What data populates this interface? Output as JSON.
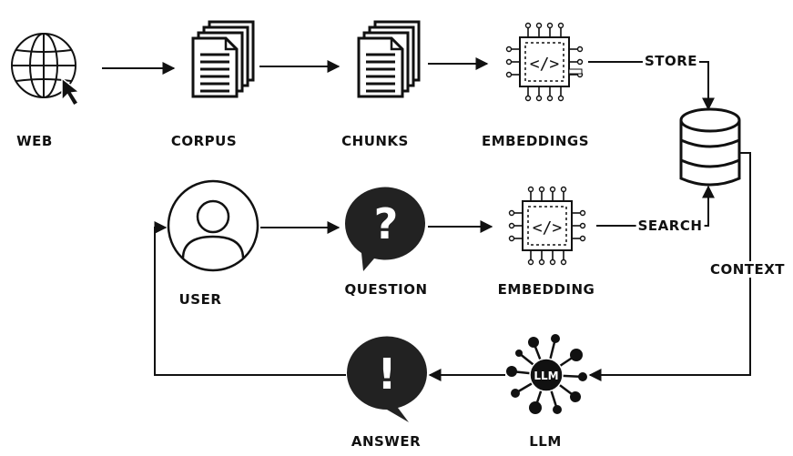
{
  "nodes": {
    "web": "WEB",
    "corpus": "CORPUS",
    "chunks": "CHUNKS",
    "embeddings": "EMBEDDINGS",
    "user": "USER",
    "question": "QUESTION",
    "embedding": "EMBEDDING",
    "answer": "ANSWER",
    "llm": "LLM"
  },
  "edges": {
    "store": "STORE",
    "search": "SEARCH",
    "context": "CONTEXT"
  },
  "icons": {
    "web": "globe-cursor-icon",
    "corpus": "document-stack-icon",
    "chunks": "document-stack-icon",
    "embeddings": "chip-code-icon",
    "database": "database-icon",
    "user": "user-icon",
    "question": "question-bubble-icon",
    "embedding": "chip-code-icon",
    "answer": "exclamation-bubble-icon",
    "llm": "llm-network-icon",
    "llm_text": "LLM",
    "code_text": "</>",
    "question_mark": "?",
    "exclamation_mark": "!"
  }
}
